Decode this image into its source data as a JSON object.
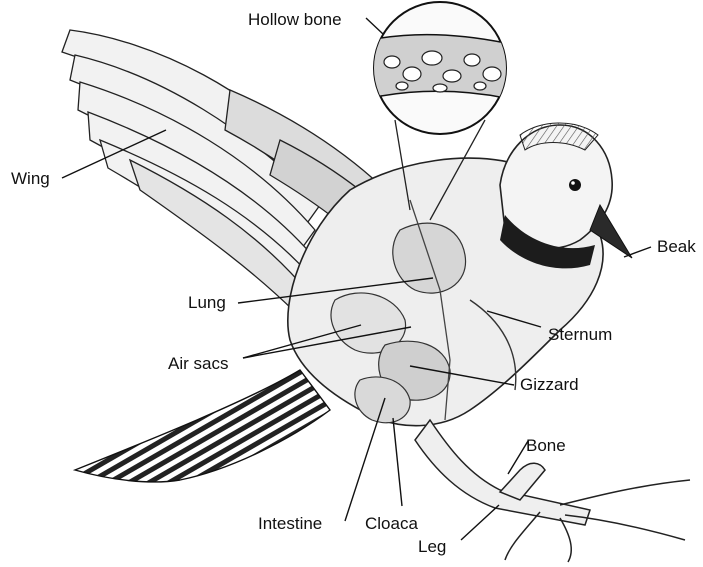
{
  "labels": {
    "hollow_bone": "Hollow bone",
    "wing": "Wing",
    "beak": "Beak",
    "lung": "Lung",
    "sternum": "Sternum",
    "air_sacs": "Air sacs",
    "gizzard": "Gizzard",
    "bone": "Bone",
    "cloaca": "Cloaca",
    "intestine": "Intestine",
    "leg": "Leg"
  },
  "colors": {
    "ink": "#1a1a1a",
    "shade": "#cfcfcf",
    "background": "#ffffff"
  }
}
